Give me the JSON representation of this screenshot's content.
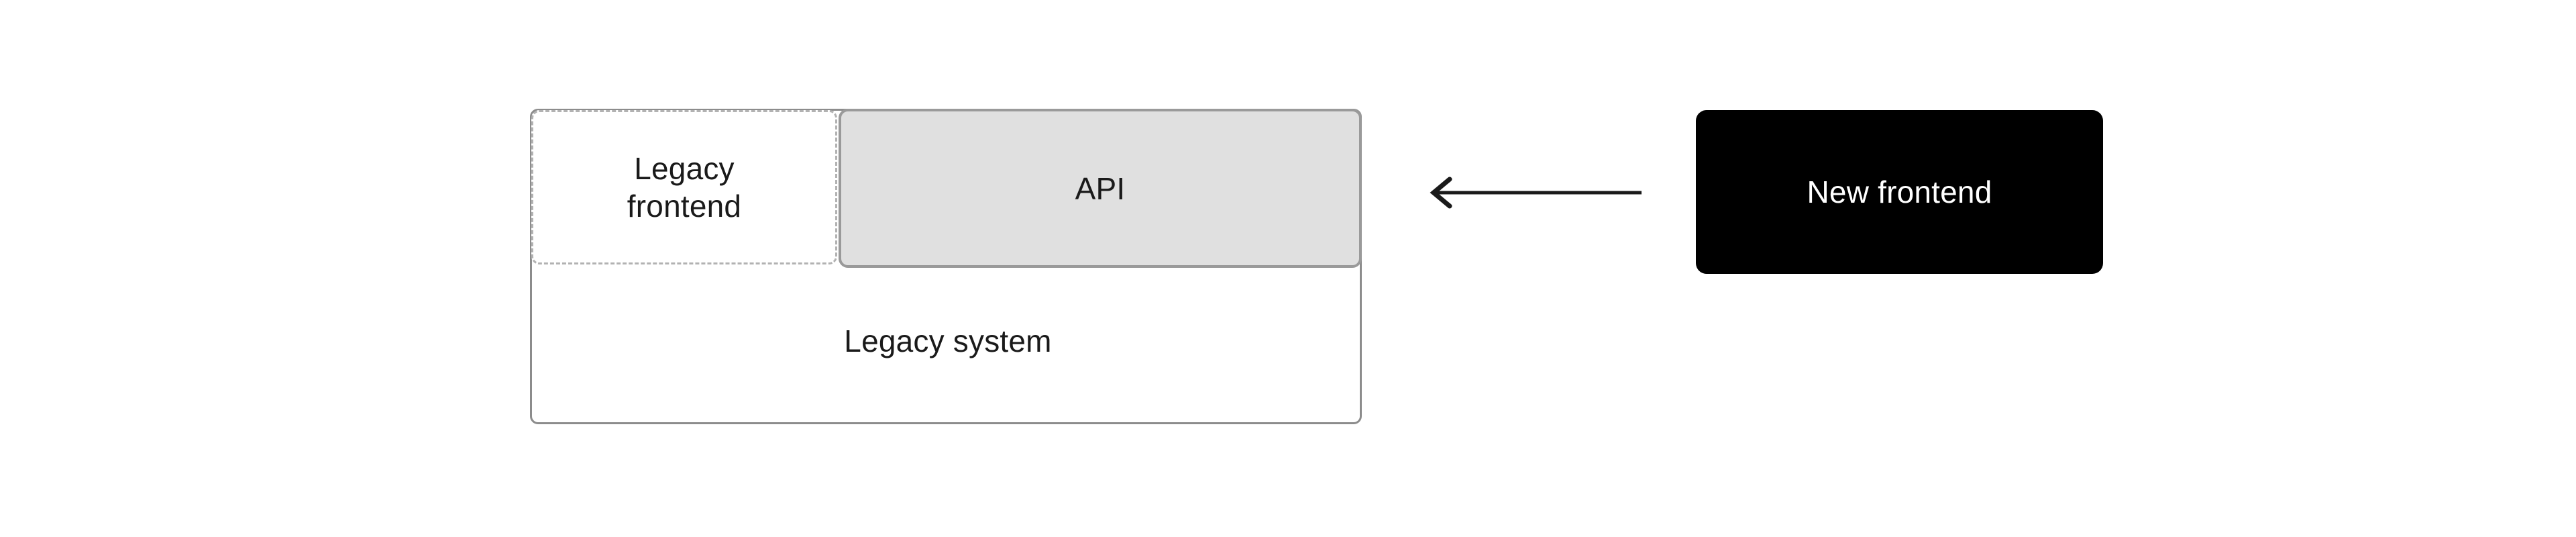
{
  "diagram": {
    "title": "Strangler fig migration diagram",
    "background_color": "#ffffff",
    "nodes": {
      "legacy_system": {
        "label": "Legacy system",
        "fill_color": "#ffffff",
        "border_color": "#8c8c8c",
        "border_style": "solid"
      },
      "legacy_frontend": {
        "label": "Legacy\nfrontend",
        "fill_color": "#ffffff",
        "border_color": "#b2b2b2",
        "border_style": "dashed"
      },
      "api": {
        "label": "API",
        "fill_color": "#e0e0e0",
        "border_color": "#9a9a9a",
        "border_style": "solid"
      },
      "new_frontend": {
        "label": "New frontend",
        "fill_color": "#000000",
        "text_color": "#ffffff",
        "border_style": "none"
      }
    },
    "edges": [
      {
        "name": "new-frontend-to-api",
        "from": "new_frontend",
        "to": "api",
        "direction": "left",
        "style": "solid",
        "color": "#1a1a1a",
        "label": ""
      }
    ]
  }
}
